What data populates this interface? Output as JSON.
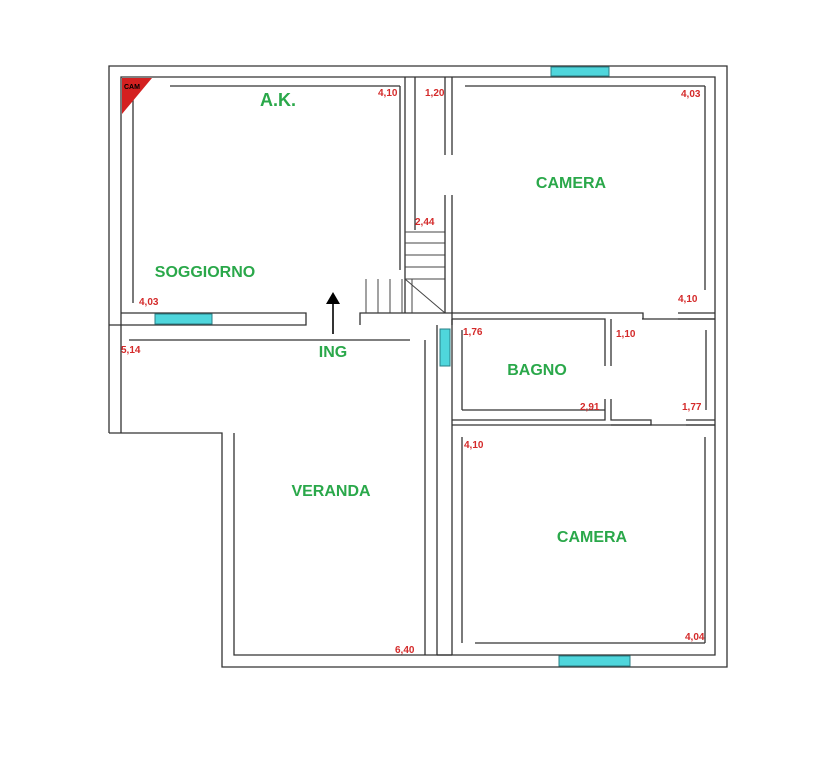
{
  "rooms": {
    "ak": "A.K.",
    "soggiorno": "SOGGIORNO",
    "camera_top": "CAMERA",
    "bagno": "BAGNO",
    "veranda": "VERANDA",
    "camera_bottom": "CAMERA",
    "ingresso": "ING"
  },
  "camera_marker": "CAM",
  "dimensions": {
    "ak_width": "4,10",
    "stair_width": "1,20",
    "camera_top_width": "4,03",
    "stair_length": "2,44",
    "soggiorno_width": "4,03",
    "camera_top_depth": "4,10",
    "veranda_width": "5,14",
    "bagno_depth": "1,76",
    "disimpegno_width": "1,10",
    "bagno_width": "2,91",
    "disimpegno_depth": "1,77",
    "camera_bottom_depth": "4,10",
    "veranda_depth": "6,40",
    "camera_bottom_width": "4,04"
  },
  "colors": {
    "room_label": "#2aa84a",
    "dimension_label": "#d42a2a",
    "window": "#4fd6dc",
    "camera_marker": "#d42020"
  },
  "icons": {
    "entrance_arrow": "up-arrow"
  }
}
